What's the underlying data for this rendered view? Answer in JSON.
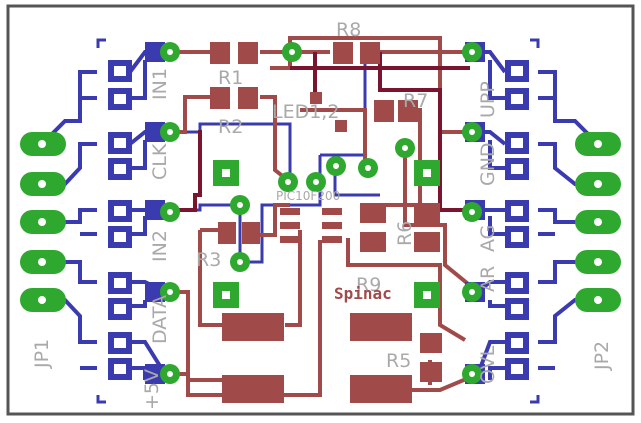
{
  "board": {
    "colors": {
      "outline": "#555555",
      "top_copper": "#a04a4a",
      "bottom_copper": "#3b3bb0",
      "via": "#2fa82f",
      "via_hole": "#ffffff",
      "pad_blue": "#3b3bb0",
      "wire_dark": "#7a1530"
    },
    "labels": {
      "r8": "R8",
      "r1": "R1",
      "r2": "R2",
      "r3": "R3",
      "r5": "R5",
      "r6": "R6",
      "r7": "R7",
      "r9": "R9",
      "led": "LED1,2",
      "ic": "PIC10F200",
      "in1": "IN1",
      "clk": "CLK",
      "in2": "IN2",
      "data": "DATA",
      "v5": "+5V",
      "upp": "UPP",
      "gnd": "GND",
      "ag": "AG",
      "ar": "AR",
      "ovl": "OVL",
      "jp1": "JP1",
      "jp2": "JP2",
      "brand": "Spinac"
    }
  }
}
